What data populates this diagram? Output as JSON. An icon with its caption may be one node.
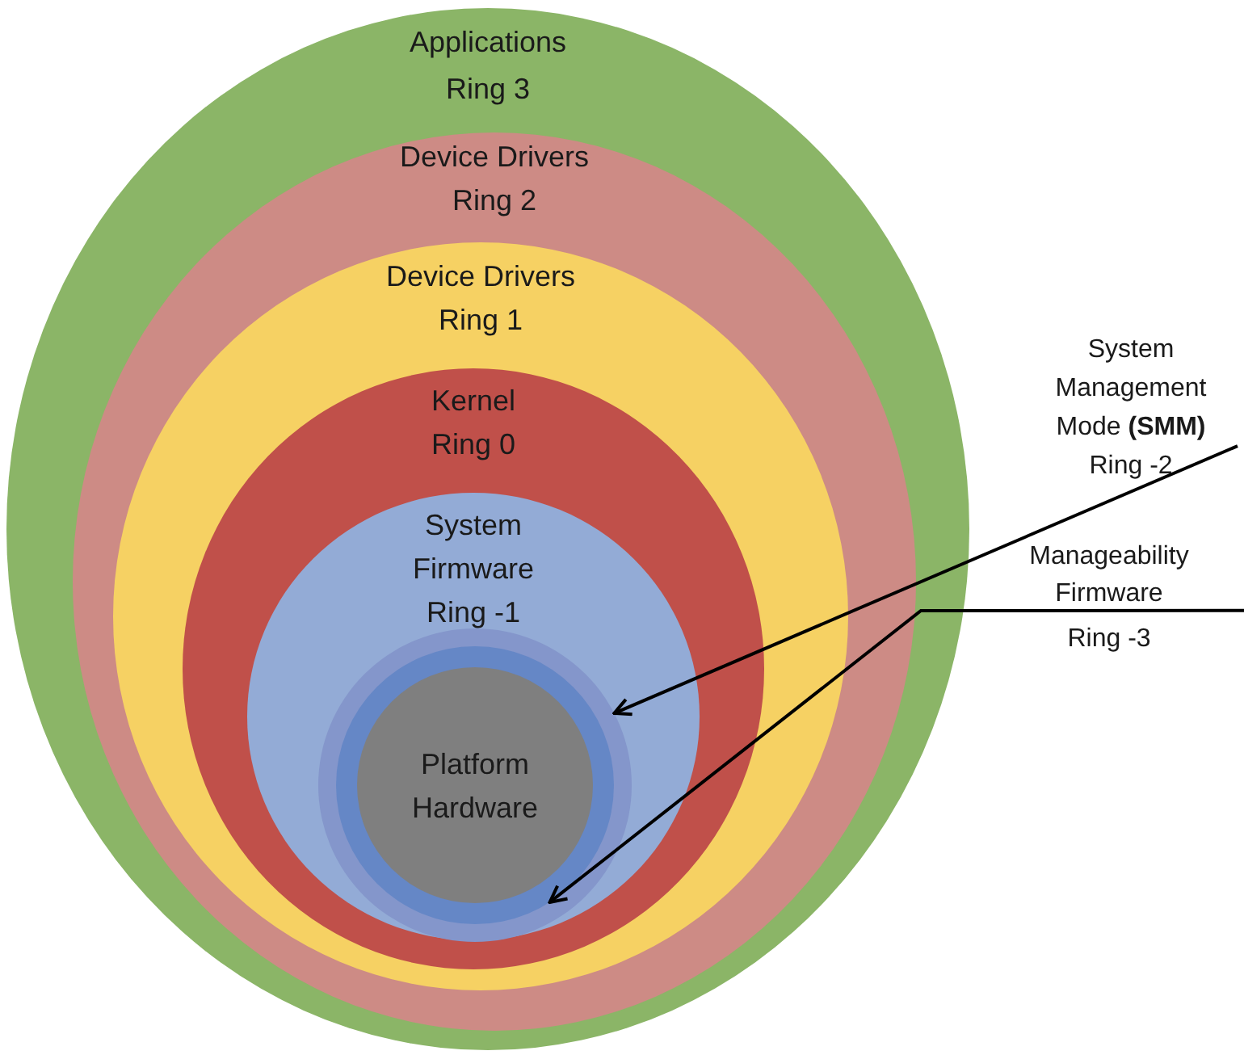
{
  "diagram": {
    "nodes": [
      {
        "text": [
          "Applications",
          "Ring 3"
        ]
      },
      {
        "text": [
          "Device Drivers",
          "Ring 2"
        ],
        "in": 0
      },
      {
        "text": [
          "Device Drivers",
          "Ring 1"
        ],
        "in": 1
      },
      {
        "text": [
          "Kernel",
          "Ring 0"
        ],
        "in": 2
      },
      {
        "text": [
          "System Firmware",
          "Ring -1"
        ],
        "in": 3
      },
      {
        "text": [],
        "shape": "circle",
        "in": 4
      },
      {
        "text": [],
        "shape": "circle",
        "in": 5
      },
      {
        "text": [
          "Platform Hardware"
        ],
        "in": 6
      },
      {
        "text": [
          "System Management Mode **(SMM)**",
          "Ring -2"
        ]
      },
      {
        "text": [
          "Manageability Firmware",
          "Ring -3"
        ]
      }
    ],
    "edges": [
      {
        "from": 8,
        "to": 5,
        "arrow": "to"
      },
      {
        "from": 9,
        "to": 6,
        "arrow": "to"
      }
    ]
  }
}
